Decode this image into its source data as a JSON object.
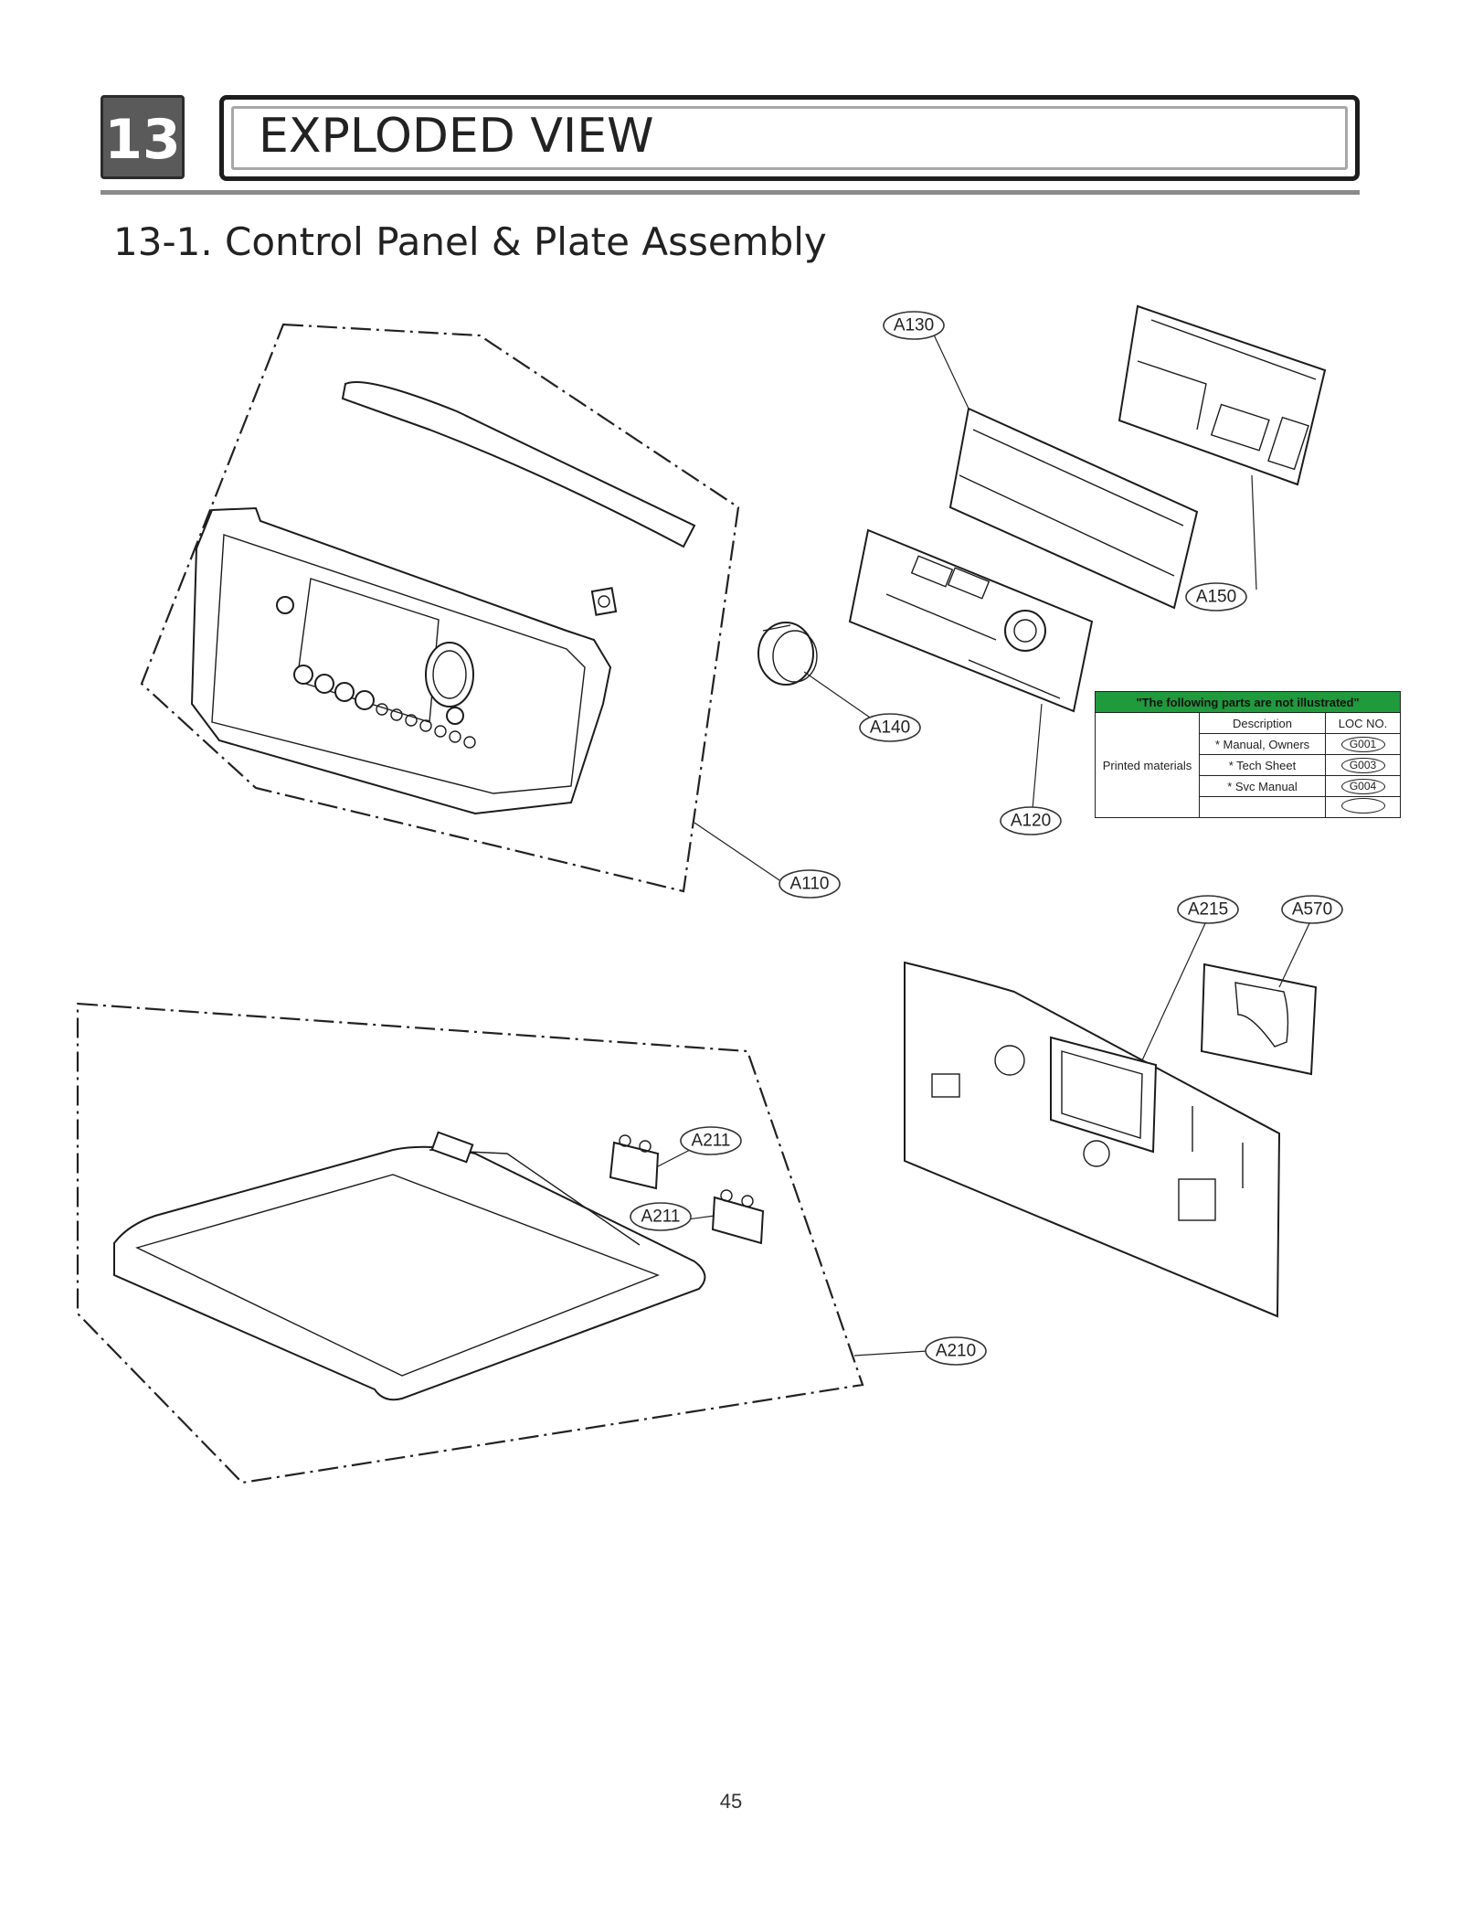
{
  "header": {
    "section_number": "13",
    "title": "EXPLODED VIEW"
  },
  "subtitle": "13-1. Control Panel & Plate Assembly",
  "callouts": [
    {
      "id": "A130",
      "label": "A130"
    },
    {
      "id": "A150",
      "label": "A150"
    },
    {
      "id": "A140",
      "label": "A140"
    },
    {
      "id": "A120",
      "label": "A120"
    },
    {
      "id": "A110",
      "label": "A110"
    },
    {
      "id": "A215",
      "label": "A215"
    },
    {
      "id": "A570",
      "label": "A570"
    },
    {
      "id": "A211a",
      "label": "A211"
    },
    {
      "id": "A211b",
      "label": "A211"
    },
    {
      "id": "A210",
      "label": "A210"
    }
  ],
  "not_illustrated_table": {
    "heading": "\"The following parts are not illustrated\"",
    "col_description": "Description",
    "col_loc": "LOC NO.",
    "group_label": "Printed materials",
    "rows": [
      {
        "description": "* Manual, Owners",
        "loc": "G001"
      },
      {
        "description": "* Tech Sheet",
        "loc": "G003"
      },
      {
        "description": "* Svc Manual",
        "loc": "G004"
      },
      {
        "description": "",
        "loc": ""
      }
    ],
    "heading_color": "#1f9a3d"
  },
  "page_number": "45"
}
